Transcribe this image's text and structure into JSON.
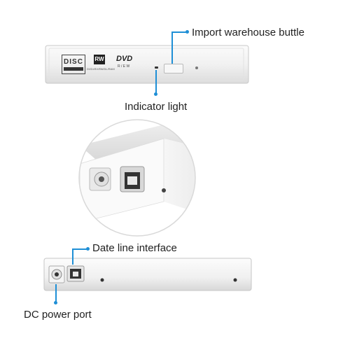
{
  "labels": {
    "top_button": "Import warehouse buttle",
    "indicator": "Indicator light",
    "data_port": "Date line interface",
    "power_port": "DC power port"
  },
  "drive_front": {
    "disc_logo_text": "DISC",
    "rw_logo_text": "RW",
    "rw_sub_text": "DVD±R/±RW/DL/RAM",
    "dvd_logo_text": "DVD",
    "dvd_sub_text": "R / E W"
  },
  "colors": {
    "accent": "#1f8fd6",
    "drive_body": "#f3f3f3",
    "label_text": "#1f1f1f"
  }
}
